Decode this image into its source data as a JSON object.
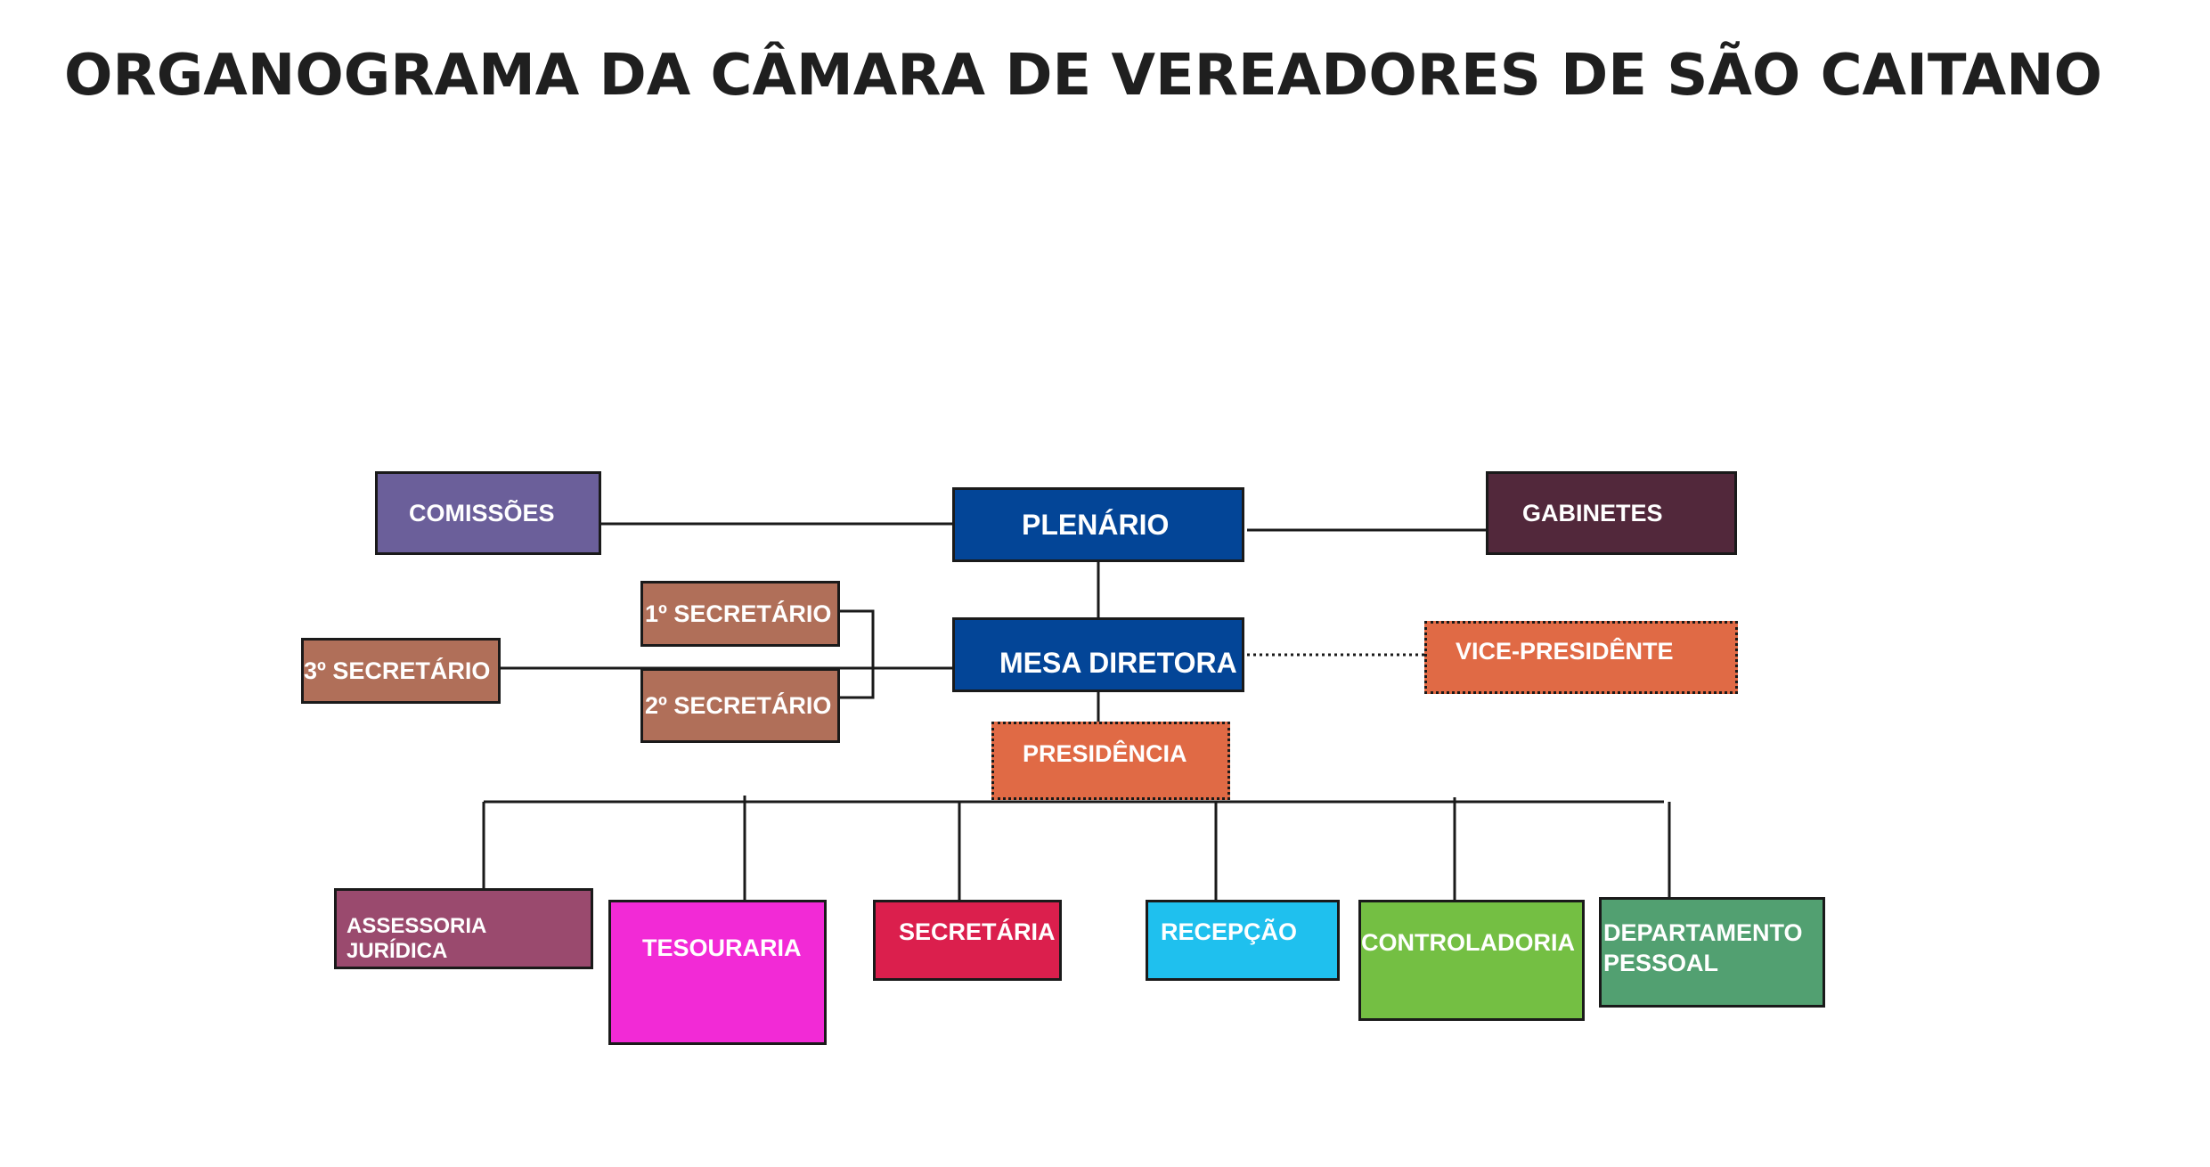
{
  "title": "ORGANOGRAMA DA CÂMARA DE VEREADORES DE SÃO CAITANO",
  "nodes": {
    "comissoes": {
      "label": "COMISSÕES",
      "color": "#6b5f9a"
    },
    "plenario": {
      "label": "PLENÁRIO",
      "color": "#034597"
    },
    "gabinetes": {
      "label": "GABINETES",
      "color": "#52283b"
    },
    "secretario1": {
      "label": "1º SECRETÁRIO",
      "color": "#b06f59"
    },
    "secretario2": {
      "label": "2º SECRETÁRIO",
      "color": "#b06f59"
    },
    "secretario3": {
      "label": "3º SECRETÁRIO",
      "color": "#b06f59"
    },
    "mesa_diretora": {
      "label": "MESA DIRETORA",
      "color": "#034597"
    },
    "vice_presidente": {
      "label": "VICE-PRESIDÊNTE",
      "color": "#e06a45"
    },
    "presidencia": {
      "label": "PRESIDÊNCIA",
      "color": "#e06a45"
    },
    "assessoria_juridica": {
      "label": "ASSESSORIA JURÍDICA",
      "color": "#9a4a6e"
    },
    "tesouraria": {
      "label": "TESOURARIA",
      "color": "#f22ad6"
    },
    "secretaria": {
      "label": "SECRETÁRIA",
      "color": "#db1f4d"
    },
    "recepcao": {
      "label": "RECEPÇÃO",
      "color": "#1fc0ee"
    },
    "controladoria": {
      "label": "CONTROLADORIA",
      "color": "#74bf43"
    },
    "departamento_pessoal": {
      "label_line1": "DEPARTAMENTO",
      "label_line2": "PESSOAL",
      "color": "#52a071"
    }
  }
}
